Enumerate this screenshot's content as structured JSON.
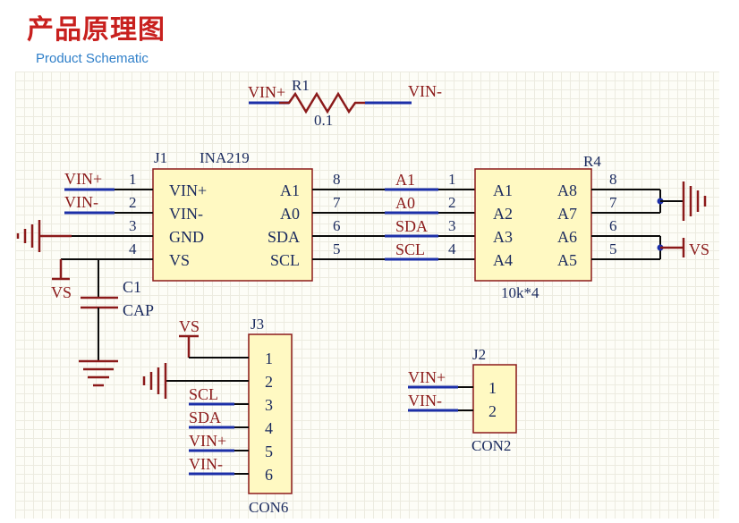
{
  "header": {
    "title": "产品原理图",
    "subtitle": "Product Schematic"
  },
  "colors": {
    "wire": "#0a0a0a",
    "net_label": "#8b1a1a",
    "net_line": "#1c2fa8",
    "component_fill": "#fff9c2",
    "component_stroke": "#8b1a1a",
    "ground": "#8b1a1a",
    "text": "#1a2a5e"
  },
  "r1": {
    "designator": "R1",
    "value": "0.1",
    "left_net": "VIN+",
    "right_net": "VIN-"
  },
  "j1": {
    "designator": "J1",
    "part": "INA219",
    "left_nets": [
      "VIN+",
      "VIN-"
    ],
    "left_pin_numbers": [
      "1",
      "2",
      "3",
      "4"
    ],
    "left_pin_names": [
      "VIN+",
      "VIN-",
      "GND",
      "VS"
    ],
    "right_pin_numbers": [
      "8",
      "7",
      "6",
      "5"
    ],
    "right_pin_names": [
      "A1",
      "A0",
      "SDA",
      "SCL"
    ],
    "ground_net": "VS"
  },
  "bus_labels": [
    "A1",
    "A0",
    "SDA",
    "SCL"
  ],
  "r4": {
    "designator": "R4",
    "value": "10k*4",
    "left_pin_numbers": [
      "1",
      "2",
      "3",
      "4"
    ],
    "left_pin_names": [
      "A1",
      "A2",
      "A3",
      "A4"
    ],
    "right_pin_names": [
      "A8",
      "A7",
      "A6",
      "A5"
    ],
    "right_pin_numbers": [
      "8",
      "7",
      "6",
      "5"
    ],
    "vs_label": "VS"
  },
  "c1": {
    "designator": "C1",
    "value": "CAP"
  },
  "j3": {
    "designator": "J3",
    "part": "CON6",
    "vs_label": "VS",
    "nets": [
      "SCL",
      "SDA",
      "VIN+",
      "VIN-"
    ],
    "pin_numbers": [
      "1",
      "2",
      "3",
      "4",
      "5",
      "6"
    ]
  },
  "j2": {
    "designator": "J2",
    "part": "CON2",
    "nets": [
      "VIN+",
      "VIN-"
    ],
    "pin_numbers": [
      "1",
      "2"
    ]
  }
}
